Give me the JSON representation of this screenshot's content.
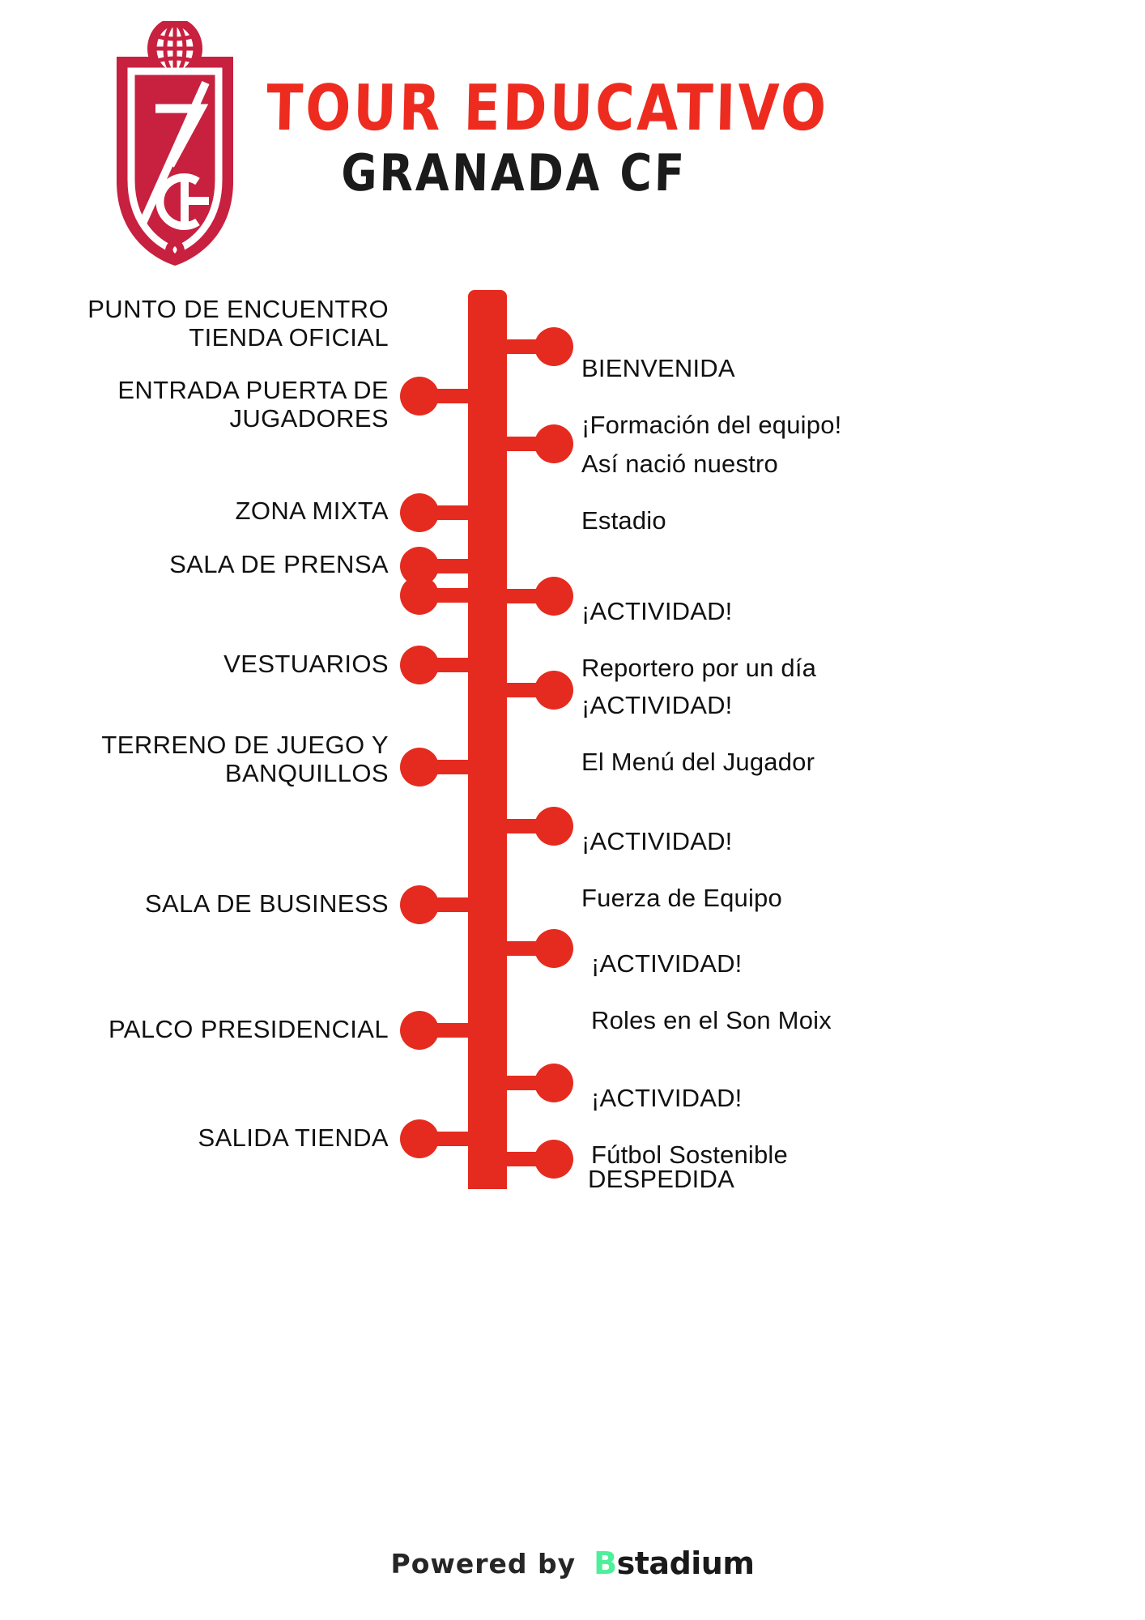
{
  "header": {
    "title_main": "TOUR EDUCATIVO",
    "title_sub": "GRANADA CF",
    "crest_name": "granada-cf-crest",
    "crest_color": "#c8203f",
    "title_color": "#ee2b1f"
  },
  "theme": {
    "accent_red": "#e52b1f",
    "crest_crimson": "#c8203f",
    "text_black": "#111111",
    "brand_green": "#4df09a"
  },
  "timeline": {
    "left_stops": [
      {
        "text": "PUNTO DE ENCUENTRO\nTIENDA OFICIAL"
      },
      {
        "text": "ENTRADA PUERTA DE\nJUGADORES"
      },
      {
        "text": "ZONA MIXTA"
      },
      {
        "text": "SALA DE PRENSA"
      },
      {
        "text": "VESTUARIOS"
      },
      {
        "text": "TERRENO DE JUEGO Y\nBANQUILLOS"
      },
      {
        "text": "SALA DE BUSINESS"
      },
      {
        "text": "PALCO PRESIDENCIAL"
      },
      {
        "text": "SALIDA TIENDA"
      }
    ],
    "right_stops": [
      {
        "title": "BIENVENIDA",
        "subtitle": "¡Formación del equipo!"
      },
      {
        "title": "Así  nació  nuestro",
        "subtitle": "Estadio"
      },
      {
        "title": "¡ACTIVIDAD!",
        "subtitle": "Reportero por un día"
      },
      {
        "title": "¡ACTIVIDAD!",
        "subtitle": "El Menú del Jugador"
      },
      {
        "title": "¡ACTIVIDAD!",
        "subtitle": "Fuerza de Equipo"
      },
      {
        "title": "¡ACTIVIDAD!",
        "subtitle": "Roles en el Son Moix"
      },
      {
        "title": "¡ACTIVIDAD!",
        "subtitle": "Fútbol Sostenible"
      },
      {
        "title": "DESPEDIDA",
        "subtitle": ""
      }
    ]
  },
  "footer": {
    "powered_by": "Powered by",
    "brand_first": "B",
    "brand_rest": "stadium"
  }
}
